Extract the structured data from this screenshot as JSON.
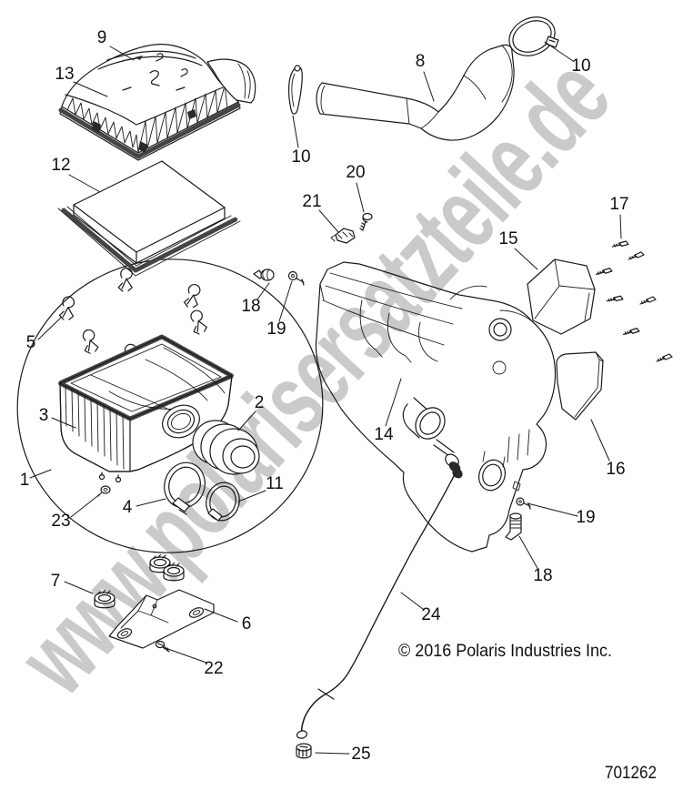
{
  "diagram": {
    "watermark": "www.polarisersatzteile.de",
    "copyright": "© 2016 Polaris Industries Inc.",
    "part_number": "701262"
  },
  "callouts": [
    {
      "label": "9"
    },
    {
      "label": "13"
    },
    {
      "label": "12"
    },
    {
      "label": "10"
    },
    {
      "label": "8"
    },
    {
      "label": "10"
    },
    {
      "label": "20"
    },
    {
      "label": "21"
    },
    {
      "label": "17"
    },
    {
      "label": "15"
    },
    {
      "label": "18"
    },
    {
      "label": "19"
    },
    {
      "label": "5"
    },
    {
      "label": "3"
    },
    {
      "label": "2"
    },
    {
      "label": "14"
    },
    {
      "label": "1"
    },
    {
      "label": "11"
    },
    {
      "label": "16"
    },
    {
      "label": "4"
    },
    {
      "label": "23"
    },
    {
      "label": "19"
    },
    {
      "label": "18"
    },
    {
      "label": "7"
    },
    {
      "label": "6"
    },
    {
      "label": "24"
    },
    {
      "label": "22"
    },
    {
      "label": "25"
    }
  ]
}
